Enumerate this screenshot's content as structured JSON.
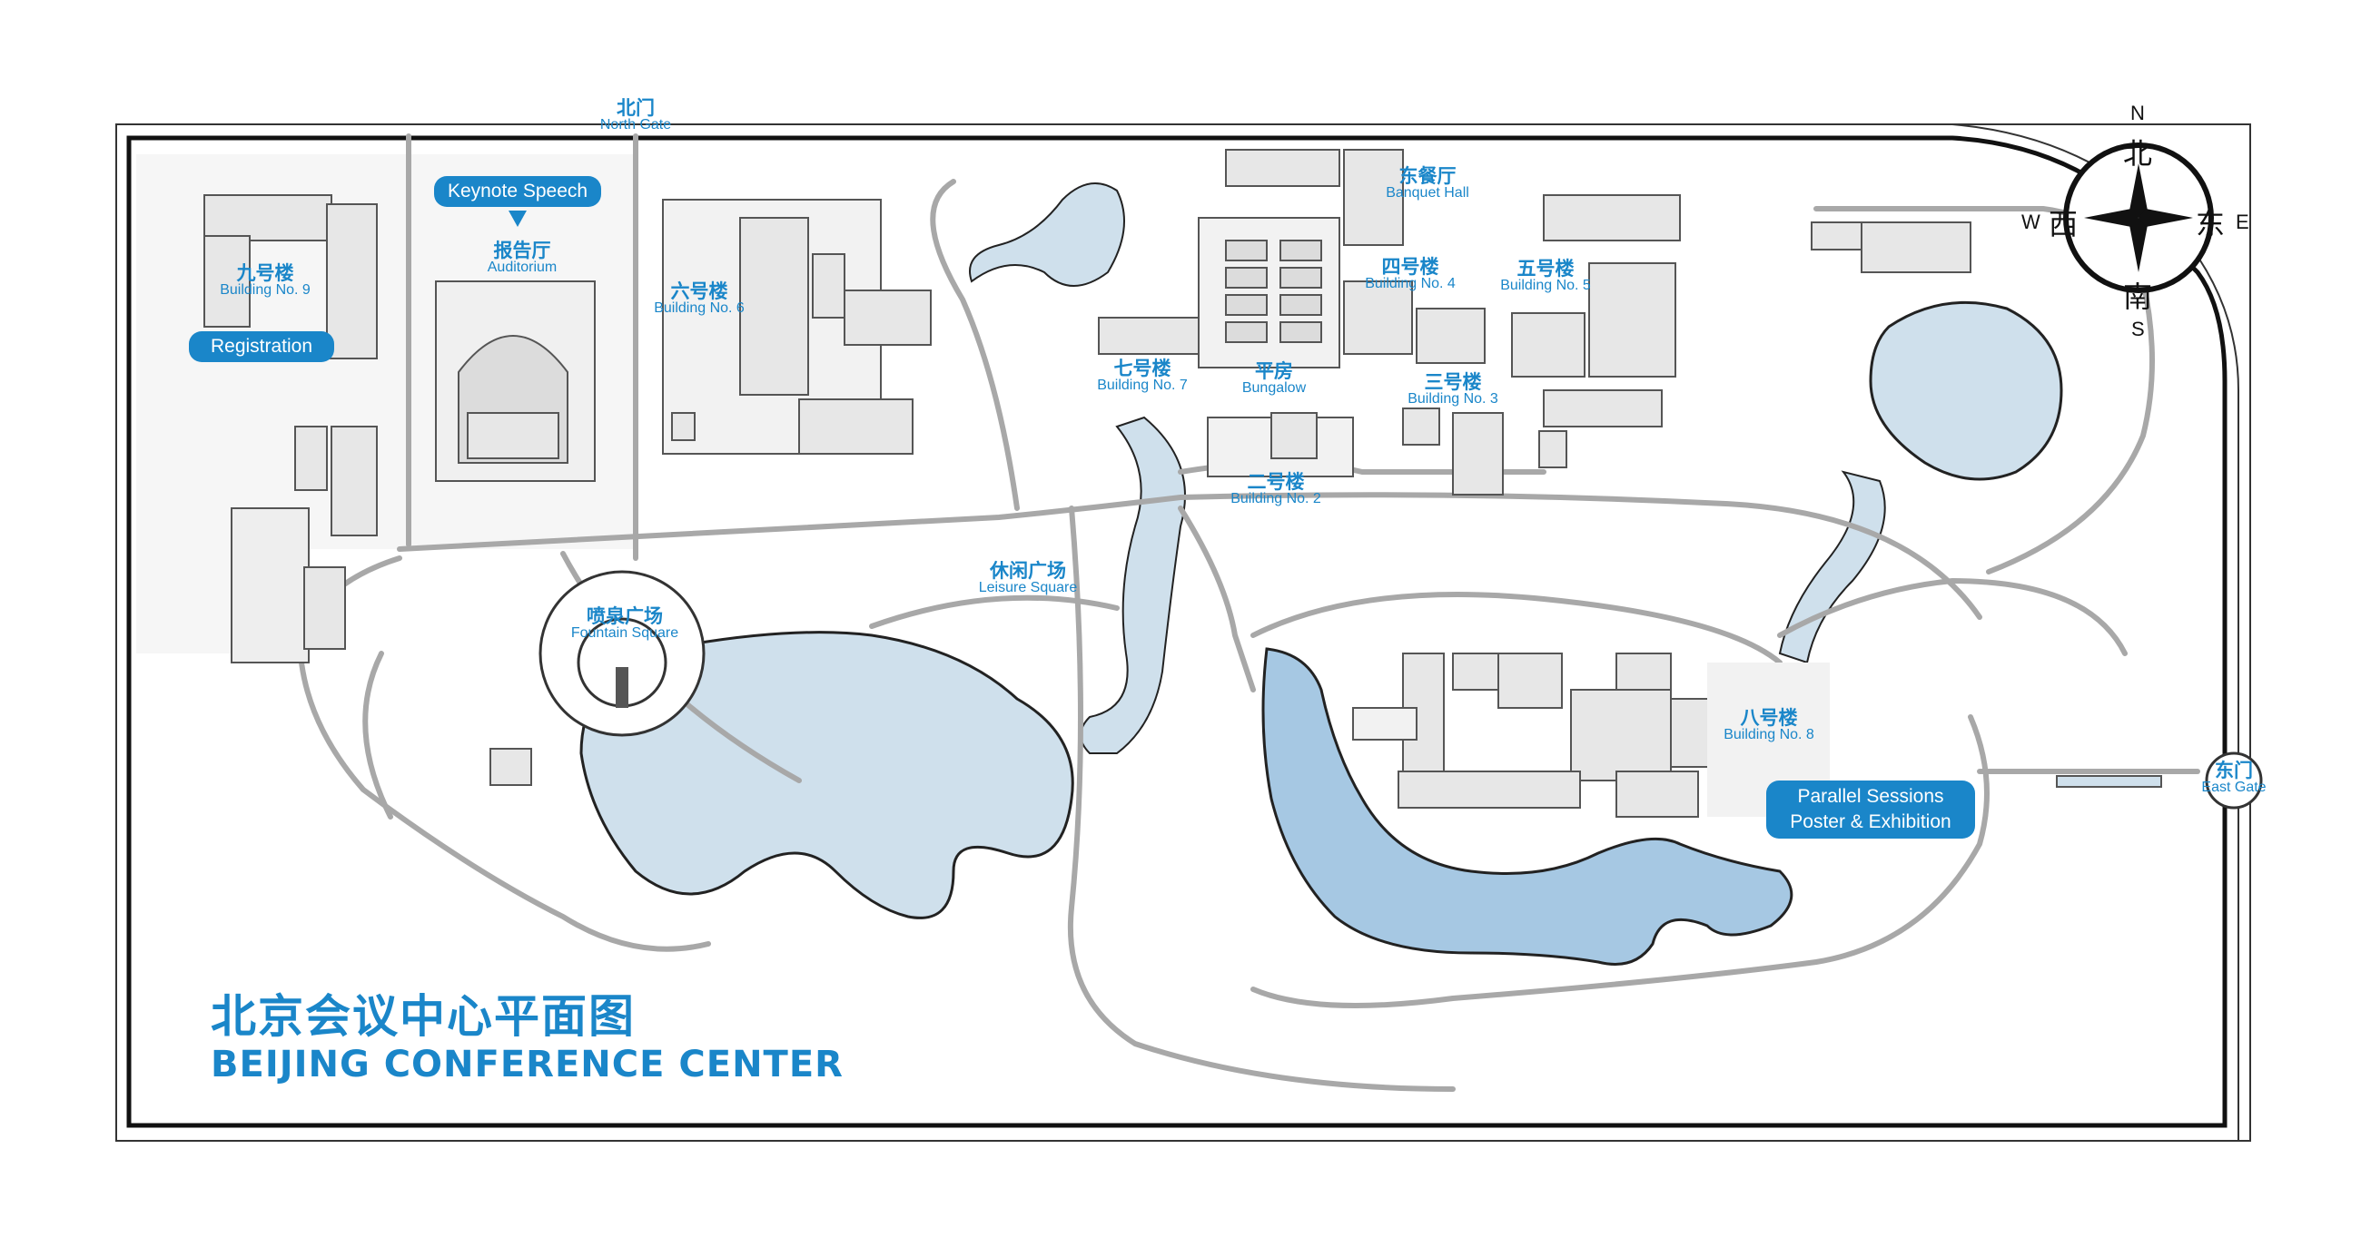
{
  "title": {
    "cn": "北京会议中心平面图",
    "en": "BEIJING CONFERENCE CENTER"
  },
  "compass": {
    "n": "N",
    "s": "S",
    "e": "E",
    "w": "W",
    "n_cn": "北",
    "s_cn": "南",
    "e_cn": "东",
    "w_cn": "西"
  },
  "gates": {
    "north": {
      "cn": "北门",
      "en": "North Gate"
    },
    "east": {
      "cn": "东门",
      "en": "East Gate"
    }
  },
  "places": {
    "building9": {
      "cn": "九号楼",
      "en": "Building No. 9"
    },
    "auditorium": {
      "cn": "报告厅",
      "en": "Auditorium"
    },
    "building6": {
      "cn": "六号楼",
      "en": "Building No. 6"
    },
    "building7": {
      "cn": "七号楼",
      "en": "Building No. 7"
    },
    "bungalow": {
      "cn": "平房",
      "en": "Bungalow"
    },
    "banquet": {
      "cn": "东餐厅",
      "en": "Banquet Hall"
    },
    "building4": {
      "cn": "四号楼",
      "en": "Building No. 4"
    },
    "building5": {
      "cn": "五号楼",
      "en": "Building No. 5"
    },
    "building3": {
      "cn": "三号楼",
      "en": "Building No. 3"
    },
    "building2": {
      "cn": "二号楼",
      "en": "Building No. 2"
    },
    "leisure": {
      "cn": "休闲广场",
      "en": "Leisure Square"
    },
    "fountain": {
      "cn": "喷泉广场",
      "en": "Fountain Square"
    },
    "building8": {
      "cn": "八号楼",
      "en": "Building No. 8"
    }
  },
  "pins": {
    "keynote": "Keynote Speech",
    "registration": "Registration",
    "parallel_line1": "Parallel Sessions",
    "parallel_line2": "Poster & Exhibition"
  },
  "colors": {
    "accent": "#1a86c9",
    "water": "#cfe0ec",
    "building": "#e7e7e7",
    "road": "#a8a8a8"
  }
}
